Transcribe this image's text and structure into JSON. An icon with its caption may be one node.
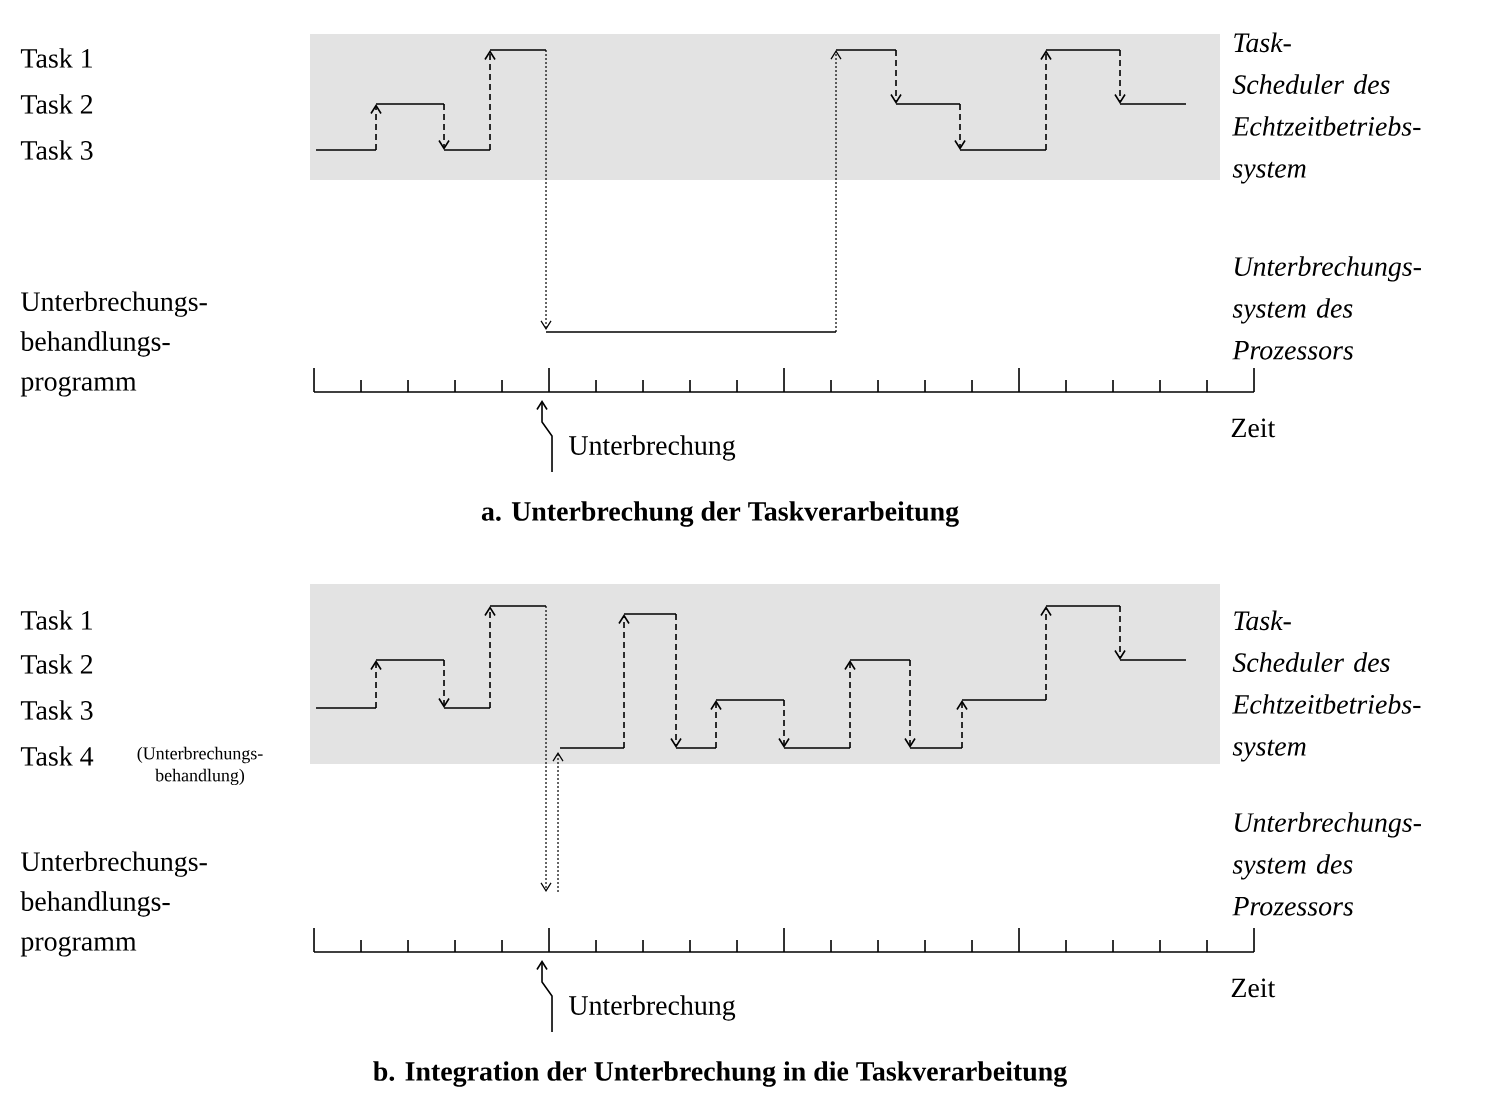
{
  "diagram": {
    "labels": [
      "Task 1",
      "Task 2",
      "Task 3",
      "Task-Scheduler des Echtzeitbetriebs- system",
      "Unterbrechungs- behandlungs- programm",
      "Unterbrechungs- system des Prozessors",
      "Zeit",
      "Unterbrechung",
      "a. Unterbrechung der Taskverarbeitung",
      "Task 1",
      "Task 2",
      "Task 3",
      "Task 4",
      "(Unterbrechungs- behandlung)",
      "Task-Scheduler des Echtzeitbetriebs- system",
      "Unterbrechungs- behandlungs- programm",
      "Unterbrechungs- system des Prozessors",
      "Zeit",
      "Unterbrechung",
      "b. Integration der Unterbrechung in die Taskverarbeitung"
    ]
  }
}
